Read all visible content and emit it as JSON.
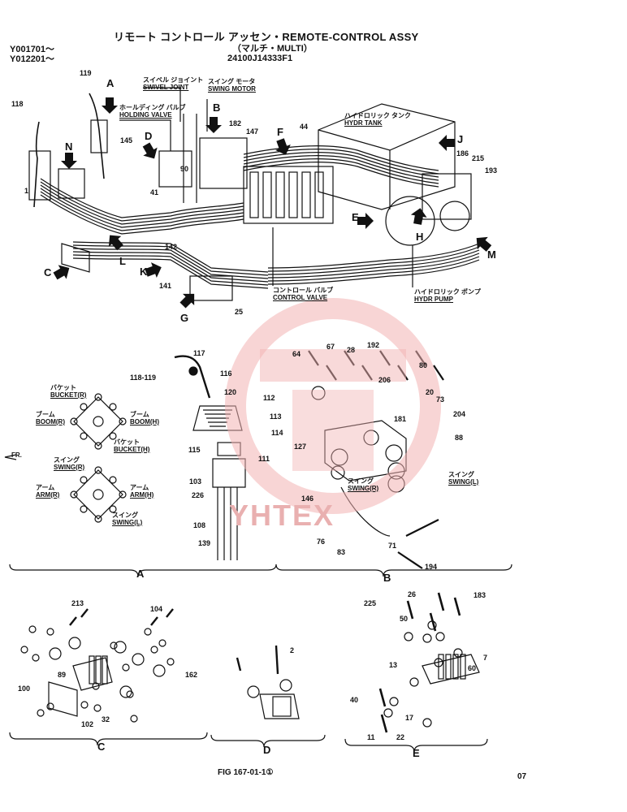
{
  "header": {
    "title": "リモート コントロール アッセン・REMOTE-CONTROL ASSY",
    "subtitle": "（マルチ・MULTI）",
    "part_code": "24100J14333F1",
    "serial_1": "Y001701～",
    "serial_2": "Y012201～"
  },
  "main_labels": {
    "swivel_joint_jp": "スイベル ジョイント",
    "swivel_joint": "SWIVEL JOINT",
    "swing_motor_jp": "スイング モータ",
    "swing_motor": "SWING MOTOR",
    "holding_valve_jp": "ホールディング バルブ",
    "holding_valve": "HOLDING VALVE",
    "hydr_tank_jp": "ハイドロリック タンク",
    "hydr_tank": "HYDR TANK",
    "control_valve_jp": "コントロール バルブ",
    "control_valve": "CONTROL VALVE",
    "hydr_pump_jp": "ハイドロリック ポンプ",
    "hydr_pump": "HYDR PUMP"
  },
  "view_letters": [
    "A",
    "B",
    "C",
    "D",
    "E",
    "F",
    "G",
    "H",
    "J",
    "K",
    "L",
    "M",
    "N"
  ],
  "pattern": {
    "bucket_jp": "バケット",
    "bucket_r": "BUCKET(R)",
    "boom_jp": "ブーム",
    "boom_r": "BOOM(R)",
    "arm_jp": "アーム",
    "boom_h": "BOOM(H)",
    "bucket_h": "BUCKET(H)",
    "swing_jp": "スイング",
    "swing_r": "SWING(R)",
    "arm_r": "ARM(R)",
    "arm_h": "ARM(H)",
    "swing_l": "SWING(L)",
    "fr": "FR.",
    "swing_l4": "SWING(L)"
  },
  "part_numbers": [
    "119",
    "118",
    "145",
    "1",
    "142",
    "141",
    "90",
    "41",
    "182",
    "147",
    "44",
    "186",
    "215",
    "193",
    "25",
    "117",
    "116",
    "118-119",
    "120",
    "112",
    "113",
    "114",
    "115",
    "111",
    "103",
    "226",
    "108",
    "139",
    "64",
    "67",
    "28",
    "192",
    "80",
    "206",
    "20",
    "73",
    "204",
    "88",
    "127",
    "181",
    "146",
    "76",
    "83",
    "71",
    "194",
    "26",
    "183",
    "225",
    "50",
    "7",
    "60",
    "13",
    "40",
    "17",
    "22",
    "11",
    "2",
    "162",
    "104",
    "213",
    "89",
    "100",
    "102",
    "32"
  ],
  "section_labels": [
    "A",
    "B",
    "C",
    "D",
    "E"
  ],
  "footer": {
    "figure": "FIG 167-01-1①",
    "page": "07"
  },
  "watermark": "YHTEX"
}
